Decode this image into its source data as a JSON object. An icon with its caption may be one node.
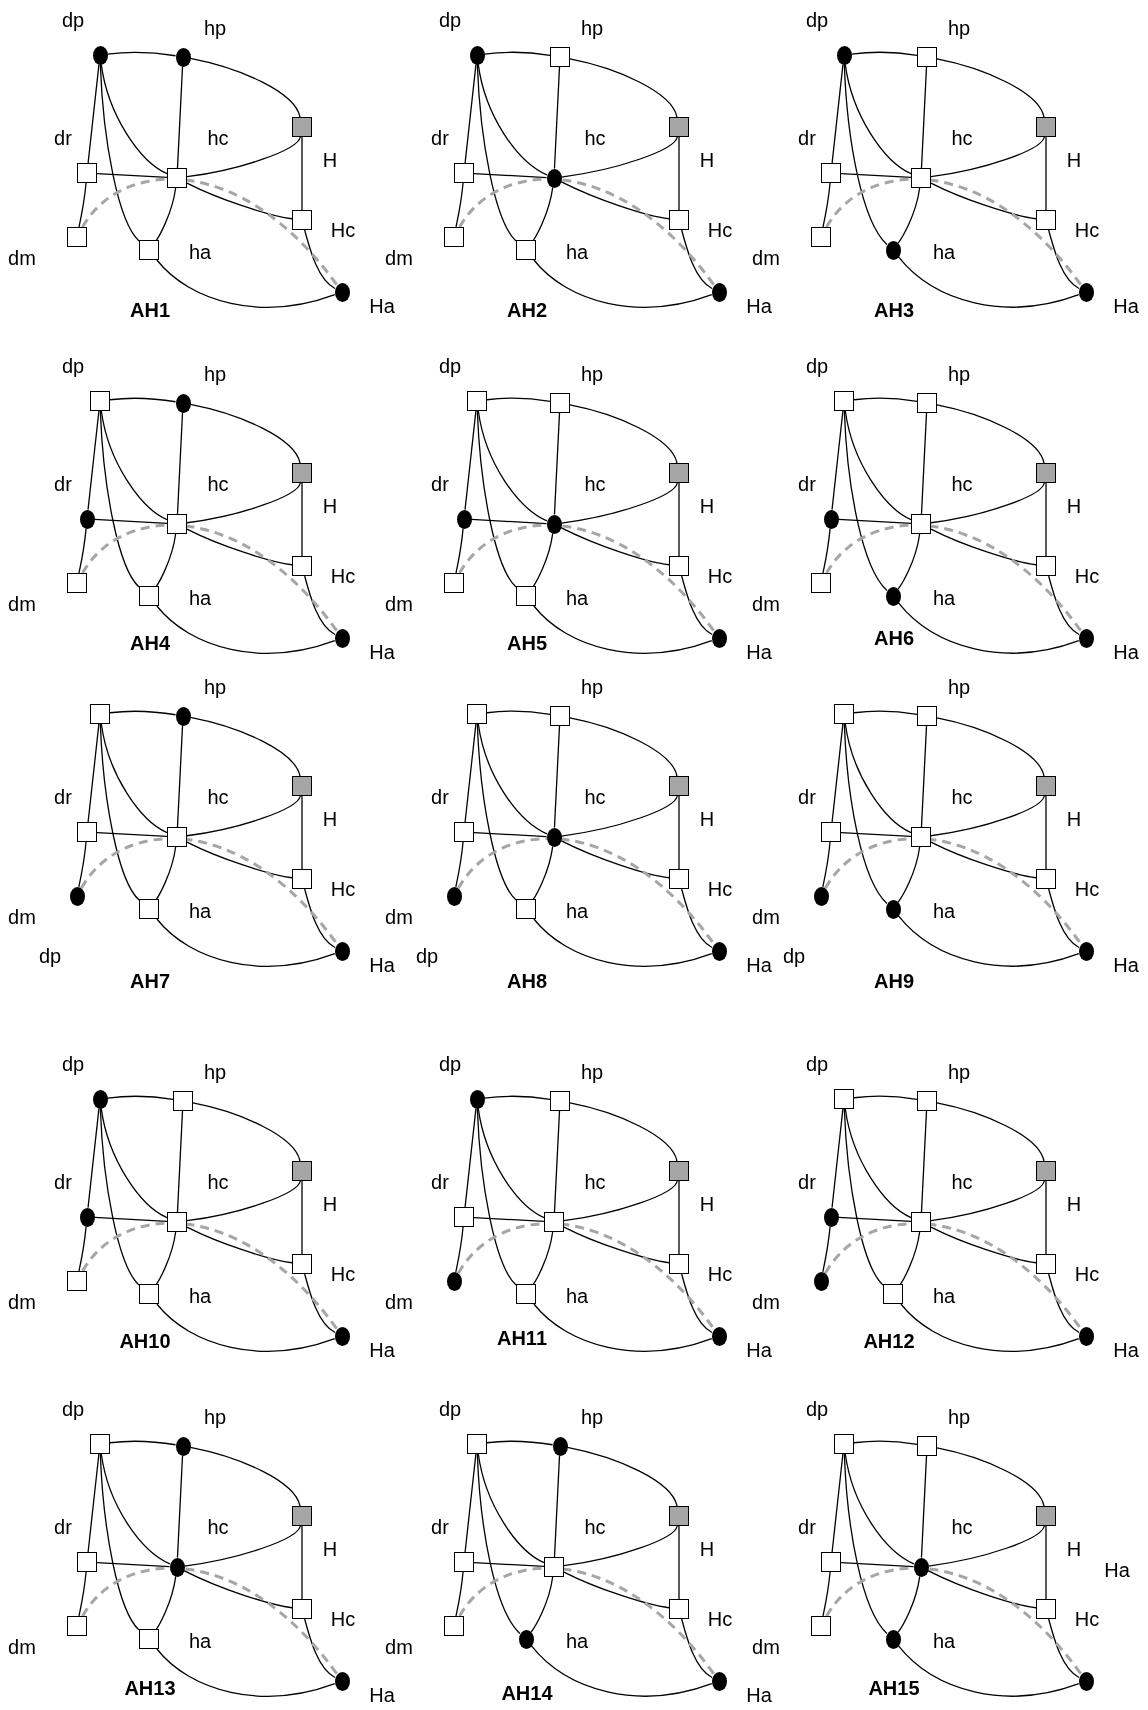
{
  "diagram": {
    "nodes": [
      {
        "text": [],
        "shape": "circle",
        "beside": [
          "dp"
        ]
      },
      {
        "text": [],
        "shape": "circle",
        "beside": [
          "hp"
        ]
      },
      {
        "text": [],
        "shape": "box",
        "beside": [
          "H"
        ]
      },
      {
        "text": [],
        "shape": "box",
        "beside": [
          "dr"
        ]
      },
      {
        "text": [],
        "shape": "box",
        "beside": [
          "hc"
        ]
      },
      {
        "text": [],
        "shape": "box",
        "beside": [
          "Hc"
        ]
      },
      {
        "text": [],
        "shape": "box",
        "beside": [
          "dm"
        ]
      },
      {
        "text": [],
        "shape": "box",
        "beside": [
          "ha"
        ]
      },
      {
        "text": [],
        "shape": "circle",
        "beside": [
          "Ha"
        ]
      },
      {
        "text": [],
        "shape": "circle",
        "beside": [
          "dp"
        ]
      },
      {
        "text": [],
        "shape": "box",
        "beside": [
          "hp"
        ]
      },
      {
        "text": [],
        "shape": "box",
        "beside": [
          "H"
        ]
      },
      {
        "text": [],
        "shape": "box",
        "beside": [
          "dr"
        ]
      },
      {
        "text": [],
        "shape": "circle",
        "beside": [
          "hc"
        ]
      },
      {
        "text": [],
        "shape": "box",
        "beside": [
          "Hc"
        ]
      },
      {
        "text": [],
        "shape": "box",
        "beside": [
          "dm"
        ]
      },
      {
        "text": [],
        "shape": "box",
        "beside": [
          "ha"
        ]
      },
      {
        "text": [],
        "shape": "circle",
        "beside": [
          "Ha"
        ]
      },
      {
        "text": [],
        "shape": "circle",
        "beside": [
          "dp"
        ]
      },
      {
        "text": [],
        "shape": "box",
        "beside": [
          "hp"
        ]
      },
      {
        "text": [],
        "shape": "box",
        "beside": [
          "H"
        ]
      },
      {
        "text": [],
        "shape": "box",
        "beside": [
          "dr"
        ]
      },
      {
        "text": [],
        "shape": "box",
        "beside": [
          "hc"
        ]
      },
      {
        "text": [],
        "shape": "box",
        "beside": [
          "Hc"
        ]
      },
      {
        "text": [],
        "shape": "box",
        "beside": [
          "dm"
        ]
      },
      {
        "text": [],
        "shape": "circle",
        "beside": [
          "ha"
        ]
      },
      {
        "text": [],
        "shape": "circle",
        "beside": [
          "Ha"
        ]
      },
      {
        "text": [],
        "shape": "box",
        "beside": [
          "dp"
        ]
      },
      {
        "text": [],
        "shape": "circle",
        "beside": [
          "hp"
        ]
      },
      {
        "text": [],
        "shape": "box",
        "beside": [
          "H"
        ]
      },
      {
        "text": [],
        "shape": "circle",
        "beside": [
          "dr"
        ]
      },
      {
        "text": [],
        "shape": "box",
        "beside": [
          "hc"
        ]
      },
      {
        "text": [],
        "shape": "box",
        "beside": [
          "Hc"
        ]
      },
      {
        "text": [],
        "shape": "box",
        "beside": [
          "dm"
        ]
      },
      {
        "text": [],
        "shape": "box",
        "beside": [
          "ha"
        ]
      },
      {
        "text": [],
        "shape": "circle",
        "beside": [
          "Ha"
        ]
      },
      {
        "text": [],
        "shape": "box",
        "beside": [
          "dp"
        ]
      },
      {
        "text": [],
        "shape": "box",
        "beside": [
          "hp"
        ]
      },
      {
        "text": [],
        "shape": "box",
        "beside": [
          "H"
        ]
      },
      {
        "text": [],
        "shape": "circle",
        "beside": [
          "dr"
        ]
      },
      {
        "text": [],
        "shape": "circle",
        "beside": [
          "hc"
        ]
      },
      {
        "text": [],
        "shape": "box",
        "beside": [
          "Hc"
        ]
      },
      {
        "text": [],
        "shape": "box",
        "beside": [
          "dm"
        ]
      },
      {
        "text": [],
        "shape": "box",
        "beside": [
          "ha"
        ]
      },
      {
        "text": [],
        "shape": "circle",
        "beside": [
          "Ha"
        ]
      },
      {
        "text": [],
        "shape": "box",
        "beside": [
          "dp"
        ]
      },
      {
        "text": [],
        "shape": "box",
        "beside": [
          "hp"
        ]
      },
      {
        "text": [],
        "shape": "box",
        "beside": [
          "H"
        ]
      },
      {
        "text": [],
        "shape": "circle",
        "beside": [
          "dr"
        ]
      },
      {
        "text": [],
        "shape": "box",
        "beside": [
          "hc"
        ]
      },
      {
        "text": [],
        "shape": "box",
        "beside": [
          "Hc"
        ]
      },
      {
        "text": [],
        "shape": "box",
        "beside": [
          "dm"
        ]
      },
      {
        "text": [],
        "shape": "circle",
        "beside": [
          "ha"
        ]
      },
      {
        "text": [],
        "shape": "circle",
        "beside": [
          "Ha"
        ]
      },
      {
        "text": [],
        "shape": "box"
      },
      {
        "text": [],
        "shape": "circle",
        "beside": [
          "hp"
        ]
      },
      {
        "text": [],
        "shape": "box",
        "beside": [
          "H"
        ]
      },
      {
        "text": [],
        "shape": "box",
        "beside": [
          "dr"
        ]
      },
      {
        "text": [],
        "shape": "box",
        "beside": [
          "hc"
        ]
      },
      {
        "text": [],
        "shape": "box",
        "beside": [
          "Hc"
        ]
      },
      {
        "text": [],
        "shape": "circle",
        "beside": [
          "dm"
        ]
      },
      {
        "text": [],
        "shape": "box",
        "beside": [
          "ha"
        ]
      },
      {
        "text": [],
        "shape": "circle",
        "beside": [
          "Ha"
        ]
      },
      {
        "text": [],
        "shape": "box"
      },
      {
        "text": [],
        "shape": "box",
        "beside": [
          "hp"
        ]
      },
      {
        "text": [],
        "shape": "box",
        "beside": [
          "H"
        ]
      },
      {
        "text": [],
        "shape": "box",
        "beside": [
          "dr"
        ]
      },
      {
        "text": [],
        "shape": "circle",
        "beside": [
          "hc"
        ]
      },
      {
        "text": [],
        "shape": "box",
        "beside": [
          "Hc"
        ]
      },
      {
        "text": [],
        "shape": "circle",
        "beside": [
          "dm"
        ]
      },
      {
        "text": [],
        "shape": "box",
        "beside": [
          "ha"
        ]
      },
      {
        "text": [],
        "shape": "circle",
        "beside": [
          "Ha"
        ]
      },
      {
        "text": [],
        "shape": "box"
      },
      {
        "text": [],
        "shape": "box",
        "beside": [
          "hp"
        ]
      },
      {
        "text": [],
        "shape": "box",
        "beside": [
          "H"
        ]
      },
      {
        "text": [],
        "shape": "box",
        "beside": [
          "dr"
        ]
      },
      {
        "text": [],
        "shape": "box",
        "beside": [
          "hc"
        ]
      },
      {
        "text": [],
        "shape": "box",
        "beside": [
          "Hc"
        ]
      },
      {
        "text": [],
        "shape": "circle",
        "beside": [
          "dm"
        ]
      },
      {
        "text": [],
        "shape": "circle",
        "beside": [
          "ha"
        ]
      },
      {
        "text": [],
        "shape": "circle",
        "beside": [
          "Ha"
        ]
      },
      {
        "text": [],
        "shape": "circle",
        "beside": [
          "dp"
        ]
      },
      {
        "text": [],
        "shape": "box",
        "beside": [
          "hp"
        ]
      },
      {
        "text": [],
        "shape": "box",
        "beside": [
          "H"
        ]
      },
      {
        "text": [],
        "shape": "circle",
        "beside": [
          "dr"
        ]
      },
      {
        "text": [],
        "shape": "box",
        "beside": [
          "hc"
        ]
      },
      {
        "text": [],
        "shape": "box",
        "beside": [
          "Hc"
        ]
      },
      {
        "text": [],
        "shape": "box",
        "beside": [
          "dm"
        ]
      },
      {
        "text": [],
        "shape": "box",
        "beside": [
          "ha"
        ]
      },
      {
        "text": [],
        "shape": "circle",
        "beside": [
          "Ha"
        ]
      },
      {
        "text": [],
        "shape": "circle",
        "beside": [
          "dp"
        ]
      },
      {
        "text": [],
        "shape": "box",
        "beside": [
          "hp"
        ]
      },
      {
        "text": [],
        "shape": "box",
        "beside": [
          "H"
        ]
      },
      {
        "text": [],
        "shape": "box",
        "beside": [
          "dr"
        ]
      },
      {
        "text": [],
        "shape": "box",
        "beside": [
          "hc"
        ]
      },
      {
        "text": [],
        "shape": "box",
        "beside": [
          "Hc"
        ]
      },
      {
        "text": [],
        "shape": "circle",
        "beside": [
          "dm"
        ]
      },
      {
        "text": [],
        "shape": "box",
        "beside": [
          "ha"
        ]
      },
      {
        "text": [],
        "shape": "circle",
        "beside": [
          "Ha"
        ]
      },
      {
        "text": [],
        "shape": "box",
        "beside": [
          "dp"
        ]
      },
      {
        "text": [],
        "shape": "box",
        "beside": [
          "hp"
        ]
      },
      {
        "text": [],
        "shape": "box",
        "beside": [
          "H"
        ]
      },
      {
        "text": [],
        "shape": "circle",
        "beside": [
          "dr"
        ]
      },
      {
        "text": [],
        "shape": "box",
        "beside": [
          "hc"
        ]
      },
      {
        "text": [],
        "shape": "box",
        "beside": [
          "Hc"
        ]
      },
      {
        "text": [],
        "shape": "circle",
        "beside": [
          "dm"
        ]
      },
      {
        "text": [],
        "shape": "box",
        "beside": [
          "ha"
        ]
      },
      {
        "text": [],
        "shape": "circle",
        "beside": [
          "Ha"
        ]
      },
      {
        "text": [],
        "shape": "box",
        "beside": [
          "dp"
        ]
      },
      {
        "text": [],
        "shape": "circle",
        "beside": [
          "hp"
        ]
      },
      {
        "text": [],
        "shape": "box",
        "beside": [
          "H"
        ]
      },
      {
        "text": [],
        "shape": "box",
        "beside": [
          "dr"
        ]
      },
      {
        "text": [],
        "shape": "circle",
        "beside": [
          "hc"
        ]
      },
      {
        "text": [],
        "shape": "box",
        "beside": [
          "Hc"
        ]
      },
      {
        "text": [],
        "shape": "box",
        "beside": [
          "dm"
        ]
      },
      {
        "text": [],
        "shape": "box",
        "beside": [
          "ha"
        ]
      },
      {
        "text": [],
        "shape": "circle",
        "beside": [
          "Ha"
        ]
      },
      {
        "text": [],
        "shape": "box",
        "beside": [
          "dp"
        ]
      },
      {
        "text": [],
        "shape": "circle",
        "beside": [
          "hp"
        ]
      },
      {
        "text": [],
        "shape": "box",
        "beside": [
          "H"
        ]
      },
      {
        "text": [],
        "shape": "box",
        "beside": [
          "dr"
        ]
      },
      {
        "text": [],
        "shape": "box",
        "beside": [
          "hc"
        ]
      },
      {
        "text": [],
        "shape": "box",
        "beside": [
          "Hc"
        ]
      },
      {
        "text": [],
        "shape": "box",
        "beside": [
          "dm"
        ]
      },
      {
        "text": [],
        "shape": "circle",
        "beside": [
          "ha"
        ]
      },
      {
        "text": [],
        "shape": "circle",
        "beside": [
          "Ha"
        ]
      },
      {
        "text": [],
        "shape": "box",
        "beside": [
          "dp"
        ]
      },
      {
        "text": [],
        "shape": "box",
        "beside": [
          "hp"
        ]
      },
      {
        "text": [],
        "shape": "box",
        "beside": [
          "H"
        ]
      },
      {
        "text": [],
        "shape": "box",
        "beside": [
          "dr"
        ]
      },
      {
        "text": [],
        "shape": "circle",
        "beside": [
          "hc"
        ]
      },
      {
        "text": [],
        "shape": "box",
        "beside": [
          "Hc"
        ]
      },
      {
        "text": [],
        "shape": "box",
        "beside": [
          "dm"
        ]
      },
      {
        "text": [],
        "shape": "circle",
        "beside": [
          "ha"
        ]
      },
      {
        "text": [],
        "shape": "circle"
      }
    ],
    "edges": [
      {
        "from": 0,
        "to": 1,
        "arrow": "none"
      },
      {
        "from": 1,
        "to": 2,
        "arrow": "none"
      },
      {
        "from": 0,
        "to": 3,
        "arrow": "none"
      },
      {
        "from": 0,
        "to": 4,
        "arrow": "none"
      },
      {
        "from": 0,
        "to": 7,
        "arrow": "none"
      },
      {
        "from": 1,
        "to": 4,
        "arrow": "none"
      },
      {
        "from": 3,
        "to": 4,
        "arrow": "none"
      },
      {
        "from": 3,
        "to": 6,
        "arrow": "none"
      },
      {
        "from": 4,
        "to": 2,
        "arrow": "none"
      },
      {
        "from": 4,
        "to": 5,
        "arrow": "none"
      },
      {
        "from": 4,
        "to": 7,
        "arrow": "none"
      },
      {
        "from": 2,
        "to": 5,
        "arrow": "none"
      },
      {
        "from": 5,
        "to": 8,
        "arrow": "none"
      },
      {
        "from": 7,
        "to": 8,
        "arrow": "none"
      },
      {
        "from": 6,
        "to": 8,
        "arrow": "none",
        "style": "dashed",
        "color": "#a6a6a6"
      },
      {
        "from": 9,
        "to": 10,
        "arrow": "none"
      },
      {
        "from": 10,
        "to": 11,
        "arrow": "none"
      },
      {
        "from": 9,
        "to": 12,
        "arrow": "none"
      },
      {
        "from": 9,
        "to": 13,
        "arrow": "none"
      },
      {
        "from": 9,
        "to": 16,
        "arrow": "none"
      },
      {
        "from": 10,
        "to": 13,
        "arrow": "none"
      },
      {
        "from": 12,
        "to": 13,
        "arrow": "none"
      },
      {
        "from": 12,
        "to": 15,
        "arrow": "none"
      },
      {
        "from": 13,
        "to": 11,
        "arrow": "none"
      },
      {
        "from": 13,
        "to": 14,
        "arrow": "none"
      },
      {
        "from": 13,
        "to": 16,
        "arrow": "none"
      },
      {
        "from": 11,
        "to": 14,
        "arrow": "none"
      },
      {
        "from": 14,
        "to": 17,
        "arrow": "none"
      },
      {
        "from": 16,
        "to": 17,
        "arrow": "none"
      },
      {
        "from": 15,
        "to": 17,
        "arrow": "none",
        "style": "dashed",
        "color": "#a6a6a6"
      },
      {
        "from": 18,
        "to": 19,
        "arrow": "none"
      },
      {
        "from": 19,
        "to": 20,
        "arrow": "none"
      },
      {
        "from": 18,
        "to": 21,
        "arrow": "none"
      },
      {
        "from": 18,
        "to": 22,
        "arrow": "none"
      },
      {
        "from": 18,
        "to": 25,
        "arrow": "none"
      },
      {
        "from": 19,
        "to": 22,
        "arrow": "none"
      },
      {
        "from": 21,
        "to": 22,
        "arrow": "none"
      },
      {
        "from": 21,
        "to": 24,
        "arrow": "none"
      },
      {
        "from": 22,
        "to": 20,
        "arrow": "none"
      },
      {
        "from": 22,
        "to": 23,
        "arrow": "none"
      },
      {
        "from": 22,
        "to": 25,
        "arrow": "none"
      },
      {
        "from": 20,
        "to": 23,
        "arrow": "none"
      },
      {
        "from": 23,
        "to": 26,
        "arrow": "none"
      },
      {
        "from": 25,
        "to": 26,
        "arrow": "none"
      },
      {
        "from": 24,
        "to": 26,
        "arrow": "none",
        "style": "dashed",
        "color": "#a6a6a6"
      },
      {
        "from": 27,
        "to": 28,
        "arrow": "none"
      },
      {
        "from": 28,
        "to": 29,
        "arrow": "none"
      },
      {
        "from": 27,
        "to": 30,
        "arrow": "none"
      },
      {
        "from": 27,
        "to": 31,
        "arrow": "none"
      },
      {
        "from": 27,
        "to": 34,
        "arrow": "none"
      },
      {
        "from": 28,
        "to": 31,
        "arrow": "none"
      },
      {
        "from": 30,
        "to": 31,
        "arrow": "none"
      },
      {
        "from": 30,
        "to": 33,
        "arrow": "none"
      },
      {
        "from": 31,
        "to": 29,
        "arrow": "none"
      },
      {
        "from": 31,
        "to": 32,
        "arrow": "none"
      },
      {
        "from": 31,
        "to": 34,
        "arrow": "none"
      },
      {
        "from": 29,
        "to": 32,
        "arrow": "none"
      },
      {
        "from": 32,
        "to": 35,
        "arrow": "none"
      },
      {
        "from": 34,
        "to": 35,
        "arrow": "none"
      },
      {
        "from": 33,
        "to": 35,
        "arrow": "none",
        "style": "dashed",
        "color": "#a6a6a6"
      },
      {
        "from": 36,
        "to": 37,
        "arrow": "none"
      },
      {
        "from": 37,
        "to": 38,
        "arrow": "none"
      },
      {
        "from": 36,
        "to": 39,
        "arrow": "none"
      },
      {
        "from": 36,
        "to": 40,
        "arrow": "none"
      },
      {
        "from": 36,
        "to": 43,
        "arrow": "none"
      },
      {
        "from": 37,
        "to": 40,
        "arrow": "none"
      },
      {
        "from": 39,
        "to": 40,
        "arrow": "none"
      },
      {
        "from": 39,
        "to": 42,
        "arrow": "none"
      },
      {
        "from": 40,
        "to": 38,
        "arrow": "none"
      },
      {
        "from": 40,
        "to": 41,
        "arrow": "none"
      },
      {
        "from": 40,
        "to": 43,
        "arrow": "none"
      },
      {
        "from": 38,
        "to": 41,
        "arrow": "none"
      },
      {
        "from": 41,
        "to": 44,
        "arrow": "none"
      },
      {
        "from": 43,
        "to": 44,
        "arrow": "none"
      },
      {
        "from": 42,
        "to": 44,
        "arrow": "none",
        "style": "dashed",
        "color": "#a6a6a6"
      },
      {
        "from": 45,
        "to": 46,
        "arrow": "none"
      },
      {
        "from": 46,
        "to": 47,
        "arrow": "none"
      },
      {
        "from": 45,
        "to": 48,
        "arrow": "none"
      },
      {
        "from": 45,
        "to": 49,
        "arrow": "none"
      },
      {
        "from": 45,
        "to": 52,
        "arrow": "none"
      },
      {
        "from": 46,
        "to": 49,
        "arrow": "none"
      },
      {
        "from": 48,
        "to": 49,
        "arrow": "none"
      },
      {
        "from": 48,
        "to": 51,
        "arrow": "none"
      },
      {
        "from": 49,
        "to": 47,
        "arrow": "none"
      },
      {
        "from": 49,
        "to": 50,
        "arrow": "none"
      },
      {
        "from": 49,
        "to": 52,
        "arrow": "none"
      },
      {
        "from": 47,
        "to": 50,
        "arrow": "none"
      },
      {
        "from": 50,
        "to": 53,
        "arrow": "none"
      },
      {
        "from": 52,
        "to": 53,
        "arrow": "none"
      },
      {
        "from": 51,
        "to": 53,
        "arrow": "none",
        "style": "dashed",
        "color": "#a6a6a6"
      },
      {
        "from": 54,
        "to": 55,
        "arrow": "none"
      },
      {
        "from": 55,
        "to": 56,
        "arrow": "none"
      },
      {
        "from": 54,
        "to": 57,
        "arrow": "none"
      },
      {
        "from": 54,
        "to": 58,
        "arrow": "none"
      },
      {
        "from": 54,
        "to": 61,
        "arrow": "none"
      },
      {
        "from": 55,
        "to": 58,
        "arrow": "none"
      },
      {
        "from": 57,
        "to": 58,
        "arrow": "none"
      },
      {
        "from": 57,
        "to": 60,
        "arrow": "none"
      },
      {
        "from": 58,
        "to": 56,
        "arrow": "none"
      },
      {
        "from": 58,
        "to": 59,
        "arrow": "none"
      },
      {
        "from": 58,
        "to": 61,
        "arrow": "none"
      },
      {
        "from": 56,
        "to": 59,
        "arrow": "none"
      },
      {
        "from": 59,
        "to": 62,
        "arrow": "none"
      },
      {
        "from": 61,
        "to": 62,
        "arrow": "none"
      },
      {
        "from": 60,
        "to": 62,
        "arrow": "none",
        "style": "dashed",
        "color": "#a6a6a6"
      },
      {
        "from": 63,
        "to": 64,
        "arrow": "none"
      },
      {
        "from": 64,
        "to": 65,
        "arrow": "none"
      },
      {
        "from": 63,
        "to": 66,
        "arrow": "none"
      },
      {
        "from": 63,
        "to": 67,
        "arrow": "none"
      },
      {
        "from": 63,
        "to": 70,
        "arrow": "none"
      },
      {
        "from": 64,
        "to": 67,
        "arrow": "none"
      },
      {
        "from": 66,
        "to": 67,
        "arrow": "none"
      },
      {
        "from": 66,
        "to": 69,
        "arrow": "none"
      },
      {
        "from": 67,
        "to": 65,
        "arrow": "none"
      },
      {
        "from": 67,
        "to": 68,
        "arrow": "none"
      },
      {
        "from": 67,
        "to": 70,
        "arrow": "none"
      },
      {
        "from": 65,
        "to": 68,
        "arrow": "none"
      },
      {
        "from": 68,
        "to": 71,
        "arrow": "none"
      },
      {
        "from": 70,
        "to": 71,
        "arrow": "none"
      },
      {
        "from": 69,
        "to": 71,
        "arrow": "none",
        "style": "dashed",
        "color": "#a6a6a6"
      },
      {
        "from": 72,
        "to": 73,
        "arrow": "none"
      },
      {
        "from": 73,
        "to": 74,
        "arrow": "none"
      },
      {
        "from": 72,
        "to": 75,
        "arrow": "none"
      },
      {
        "from": 72,
        "to": 76,
        "arrow": "none"
      },
      {
        "from": 72,
        "to": 79,
        "arrow": "none"
      },
      {
        "from": 73,
        "to": 76,
        "arrow": "none"
      },
      {
        "from": 75,
        "to": 76,
        "arrow": "none"
      },
      {
        "from": 75,
        "to": 78,
        "arrow": "none"
      },
      {
        "from": 76,
        "to": 74,
        "arrow": "none"
      },
      {
        "from": 76,
        "to": 77,
        "arrow": "none"
      },
      {
        "from": 76,
        "to": 79,
        "arrow": "none"
      },
      {
        "from": 74,
        "to": 77,
        "arrow": "none"
      },
      {
        "from": 77,
        "to": 80,
        "arrow": "none"
      },
      {
        "from": 79,
        "to": 80,
        "arrow": "none"
      },
      {
        "from": 78,
        "to": 80,
        "arrow": "none",
        "style": "dashed",
        "color": "#a6a6a6"
      },
      {
        "from": 81,
        "to": 82,
        "arrow": "none"
      },
      {
        "from": 82,
        "to": 83,
        "arrow": "none"
      },
      {
        "from": 81,
        "to": 84,
        "arrow": "none"
      },
      {
        "from": 81,
        "to": 85,
        "arrow": "none"
      },
      {
        "from": 81,
        "to": 88,
        "arrow": "none"
      },
      {
        "from": 82,
        "to": 85,
        "arrow": "none"
      },
      {
        "from": 84,
        "to": 85,
        "arrow": "none"
      },
      {
        "from": 84,
        "to": 87,
        "arrow": "none"
      },
      {
        "from": 85,
        "to": 83,
        "arrow": "none"
      },
      {
        "from": 85,
        "to": 86,
        "arrow": "none"
      },
      {
        "from": 85,
        "to": 88,
        "arrow": "none"
      },
      {
        "from": 83,
        "to": 86,
        "arrow": "none"
      },
      {
        "from": 86,
        "to": 89,
        "arrow": "none"
      },
      {
        "from": 88,
        "to": 89,
        "arrow": "none"
      },
      {
        "from": 87,
        "to": 89,
        "arrow": "none",
        "style": "dashed",
        "color": "#a6a6a6"
      },
      {
        "from": 90,
        "to": 91,
        "arrow": "none"
      },
      {
        "from": 91,
        "to": 92,
        "arrow": "none"
      },
      {
        "from": 90,
        "to": 93,
        "arrow": "none"
      },
      {
        "from": 90,
        "to": 94,
        "arrow": "none"
      },
      {
        "from": 90,
        "to": 97,
        "arrow": "none"
      },
      {
        "from": 91,
        "to": 94,
        "arrow": "none"
      },
      {
        "from": 93,
        "to": 94,
        "arrow": "none"
      },
      {
        "from": 93,
        "to": 96,
        "arrow": "none"
      },
      {
        "from": 94,
        "to": 92,
        "arrow": "none"
      },
      {
        "from": 94,
        "to": 95,
        "arrow": "none"
      },
      {
        "from": 94,
        "to": 97,
        "arrow": "none"
      },
      {
        "from": 92,
        "to": 95,
        "arrow": "none"
      },
      {
        "from": 95,
        "to": 98,
        "arrow": "none"
      },
      {
        "from": 97,
        "to": 98,
        "arrow": "none"
      },
      {
        "from": 96,
        "to": 98,
        "arrow": "none",
        "style": "dashed",
        "color": "#a6a6a6"
      },
      {
        "from": 99,
        "to": 100,
        "arrow": "none"
      },
      {
        "from": 100,
        "to": 101,
        "arrow": "none"
      },
      {
        "from": 99,
        "to": 102,
        "arrow": "none"
      },
      {
        "from": 99,
        "to": 103,
        "arrow": "none"
      },
      {
        "from": 99,
        "to": 106,
        "arrow": "none"
      },
      {
        "from": 100,
        "to": 103,
        "arrow": "none"
      },
      {
        "from": 102,
        "to": 103,
        "arrow": "none"
      },
      {
        "from": 102,
        "to": 105,
        "arrow": "none"
      },
      {
        "from": 103,
        "to": 101,
        "arrow": "none"
      },
      {
        "from": 103,
        "to": 104,
        "arrow": "none"
      },
      {
        "from": 103,
        "to": 106,
        "arrow": "none"
      },
      {
        "from": 101,
        "to": 104,
        "arrow": "none"
      },
      {
        "from": 104,
        "to": 107,
        "arrow": "none"
      },
      {
        "from": 106,
        "to": 107,
        "arrow": "none"
      },
      {
        "from": 105,
        "to": 107,
        "arrow": "none",
        "style": "dashed",
        "color": "#a6a6a6"
      },
      {
        "from": 108,
        "to": 109,
        "arrow": "none"
      },
      {
        "from": 109,
        "to": 110,
        "arrow": "none"
      },
      {
        "from": 108,
        "to": 111,
        "arrow": "none"
      },
      {
        "from": 108,
        "to": 112,
        "arrow": "none"
      },
      {
        "from": 108,
        "to": 115,
        "arrow": "none"
      },
      {
        "from": 109,
        "to": 112,
        "arrow": "none"
      },
      {
        "from": 111,
        "to": 112,
        "arrow": "none"
      },
      {
        "from": 111,
        "to": 114,
        "arrow": "none"
      },
      {
        "from": 112,
        "to": 110,
        "arrow": "none"
      },
      {
        "from": 112,
        "to": 113,
        "arrow": "none"
      },
      {
        "from": 112,
        "to": 115,
        "arrow": "none"
      },
      {
        "from": 110,
        "to": 113,
        "arrow": "none"
      },
      {
        "from": 113,
        "to": 116,
        "arrow": "none"
      },
      {
        "from": 115,
        "to": 116,
        "arrow": "none"
      },
      {
        "from": 114,
        "to": 116,
        "arrow": "none",
        "style": "dashed",
        "color": "#a6a6a6"
      },
      {
        "from": 117,
        "to": 118,
        "arrow": "none"
      },
      {
        "from": 118,
        "to": 119,
        "arrow": "none"
      },
      {
        "from": 117,
        "to": 120,
        "arrow": "none"
      },
      {
        "from": 117,
        "to": 121,
        "arrow": "none"
      },
      {
        "from": 117,
        "to": 124,
        "arrow": "none"
      },
      {
        "from": 118,
        "to": 121,
        "arrow": "none"
      },
      {
        "from": 120,
        "to": 121,
        "arrow": "none"
      },
      {
        "from": 120,
        "to": 123,
        "arrow": "none"
      },
      {
        "from": 121,
        "to": 119,
        "arrow": "none"
      },
      {
        "from": 121,
        "to": 122,
        "arrow": "none"
      },
      {
        "from": 121,
        "to": 124,
        "arrow": "none"
      },
      {
        "from": 119,
        "to": 122,
        "arrow": "none"
      },
      {
        "from": 122,
        "to": 125,
        "arrow": "none"
      },
      {
        "from": 124,
        "to": 125,
        "arrow": "none"
      },
      {
        "from": 123,
        "to": 125,
        "arrow": "none",
        "style": "dashed",
        "color": "#a6a6a6"
      },
      {
        "from": 126,
        "to": 127,
        "arrow": "none"
      },
      {
        "from": 127,
        "to": 128,
        "arrow": "none"
      },
      {
        "from": 126,
        "to": 129,
        "arrow": "none"
      },
      {
        "from": 126,
        "to": 130,
        "arrow": "none"
      },
      {
        "from": 126,
        "to": 133,
        "arrow": "none"
      },
      {
        "from": 127,
        "to": 130,
        "arrow": "none"
      },
      {
        "from": 129,
        "to": 130,
        "arrow": "none"
      },
      {
        "from": 129,
        "to": 132,
        "arrow": "none"
      },
      {
        "from": 130,
        "to": 128,
        "arrow": "none"
      },
      {
        "from": 130,
        "to": 131,
        "arrow": "none"
      },
      {
        "from": 130,
        "to": 133,
        "arrow": "none"
      },
      {
        "from": 128,
        "to": 131,
        "arrow": "none"
      },
      {
        "from": 131,
        "to": 134,
        "arrow": "none"
      },
      {
        "from": 133,
        "to": 134,
        "arrow": "none"
      },
      {
        "from": 132,
        "to": 134,
        "arrow": "none",
        "style": "dashed",
        "color": "#a6a6a6"
      }
    ],
    "labels": [
      "AH1",
      "AH2",
      "AH3",
      "AH4",
      "AH5",
      "AH6",
      "dp",
      "dp",
      "dp",
      "AH7",
      "AH8",
      "AH9",
      "AH10",
      "AH11",
      "AH12",
      "Ha",
      "AH13",
      "AH14",
      "AH15"
    ]
  }
}
